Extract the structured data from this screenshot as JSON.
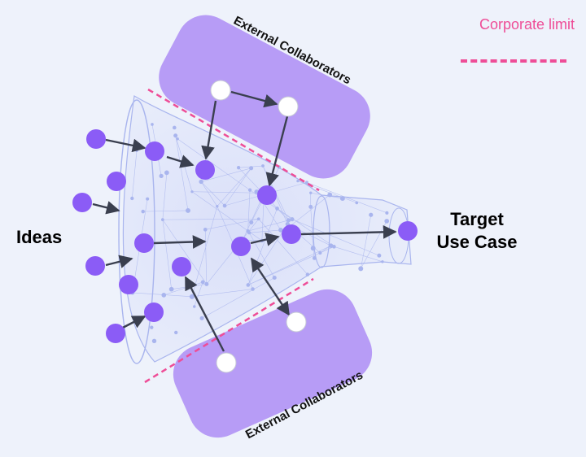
{
  "legend": {
    "label": "Corporate limit",
    "line_color": "#ee4d97"
  },
  "labels": {
    "ideas": "Ideas",
    "target_line1": "Target",
    "target_line2": "Use Case",
    "collab_top": "External Collaborators",
    "collab_bottom": "External Collaborators"
  },
  "colors": {
    "background": "#eef2fb",
    "collaborator_panel": "#b79cf6",
    "idea_node": "#8b5cf6",
    "collaborator_node": "#ffffff",
    "arrow": "#3a3f4f",
    "funnel_mesh": "#a9b5ee",
    "corporate_limit": "#ee4d97"
  }
}
